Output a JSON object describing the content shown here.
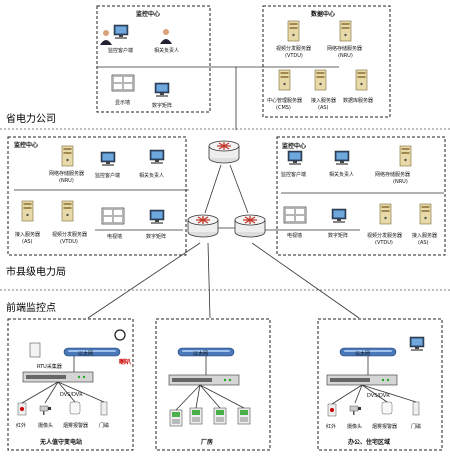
{
  "tiers": {
    "province": "省电力公司",
    "city": "市县级电力局",
    "front": "前端监控点"
  },
  "province_monitor": {
    "title": "监控中心",
    "client": "监控客户端",
    "person": "相关负责人",
    "wall": "显示墙",
    "matrix": "数字矩阵"
  },
  "province_data": {
    "title": "数据中心",
    "vtdu": "视频分发服务器",
    "vtdu_code": "(VTDU)",
    "nru": "网络存储服务器",
    "nru_code": "(NRU)",
    "cms": "中心管理服务器",
    "cms_code": "(CMS)",
    "as": "接入服务器",
    "as_code": "(AS)",
    "db": "数据库服务器"
  },
  "city_left": {
    "title": "监控中心",
    "nru": "网络存储服务器",
    "nru_code": "(NRU)",
    "client": "监控客户端",
    "person": "相关负责人",
    "as": "接入服务器",
    "as_code": "(AS)",
    "vtdu": "视频分发服务器",
    "vtdu_code": "(VTDU)",
    "wall": "电视墙",
    "matrix": "数字矩阵"
  },
  "city_right": {
    "title": "监控中心",
    "client": "监控客户端",
    "person": "相关负责人",
    "nru": "网络存储服务器",
    "nru_code": "(NRU)",
    "wall": "电视墙",
    "matrix": "数字矩阵",
    "vtdu": "视频分发服务器",
    "vtdu_code": "(VTDU)",
    "as": "接入服务器",
    "as_code": "(AS)"
  },
  "sites": [
    {
      "name": "无人值守变电站",
      "ethernet": "以太网",
      "rtu": "RTU采集器",
      "speaker": "喇叭",
      "dvs": "DVS/DVR",
      "devices": [
        "红外",
        "摄像头",
        "烟雾报警器",
        "门磁"
      ]
    },
    {
      "name": "厂房",
      "ethernet": "以太网"
    },
    {
      "name": "办公、住宅区域",
      "ethernet": "以太网",
      "dvs": "DVS/DVR",
      "devices": [
        "红外",
        "摄像头",
        "烟雾报警器",
        "门磁"
      ]
    }
  ]
}
